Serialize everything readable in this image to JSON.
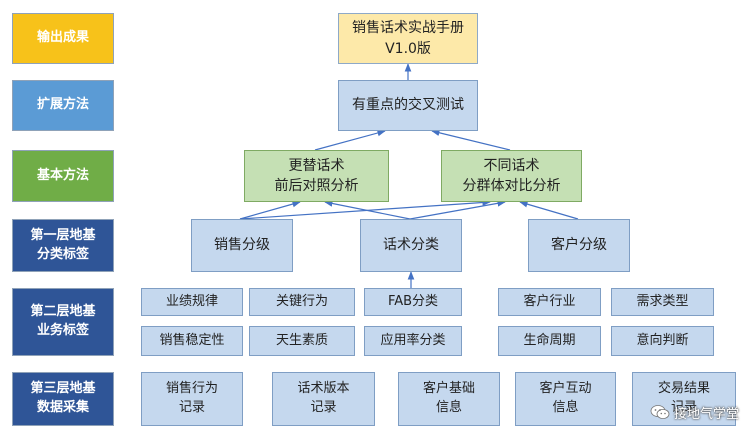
{
  "layers": [
    {
      "label": "输出成果"
    },
    {
      "label": "扩展方法"
    },
    {
      "label": "基本方法"
    },
    {
      "label": "第一层地基\n分类标签"
    },
    {
      "label": "第二层地基\n业务标签"
    },
    {
      "label": "第三层地基\n数据采集"
    }
  ],
  "output": {
    "text": "销售话术实战手册\nV1.0版"
  },
  "extend": {
    "text": "有重点的交叉测试"
  },
  "basic": [
    {
      "text": "更替话术\n前后对照分析"
    },
    {
      "text": "不同话术\n分群体对比分析"
    }
  ],
  "tier1": [
    {
      "text": "销售分级"
    },
    {
      "text": "话术分类"
    },
    {
      "text": "客户分级"
    }
  ],
  "tier2": [
    {
      "text": "业绩规律"
    },
    {
      "text": "关键行为"
    },
    {
      "text": "销售稳定性"
    },
    {
      "text": "天生素质"
    },
    {
      "text": "FAB分类"
    },
    {
      "text": "应用率分类"
    },
    {
      "text": "客户行业"
    },
    {
      "text": "需求类型"
    },
    {
      "text": "生命周期"
    },
    {
      "text": "意向判断"
    }
  ],
  "tier3": [
    {
      "text": "销售行为\n记录"
    },
    {
      "text": "话术版本\n记录"
    },
    {
      "text": "客户基础\n信息"
    },
    {
      "text": "客户互动\n信息"
    },
    {
      "text": "交易结果\n记录"
    }
  ],
  "watermark": {
    "text": "接地气学堂",
    "icon": "wechat-icon"
  },
  "colors": {
    "output_label": "#f7c21a",
    "extend_label": "#5b9bd5",
    "basic_label": "#70ad47",
    "foundation_label": "#2f5597",
    "arrow": "#4472c4"
  }
}
